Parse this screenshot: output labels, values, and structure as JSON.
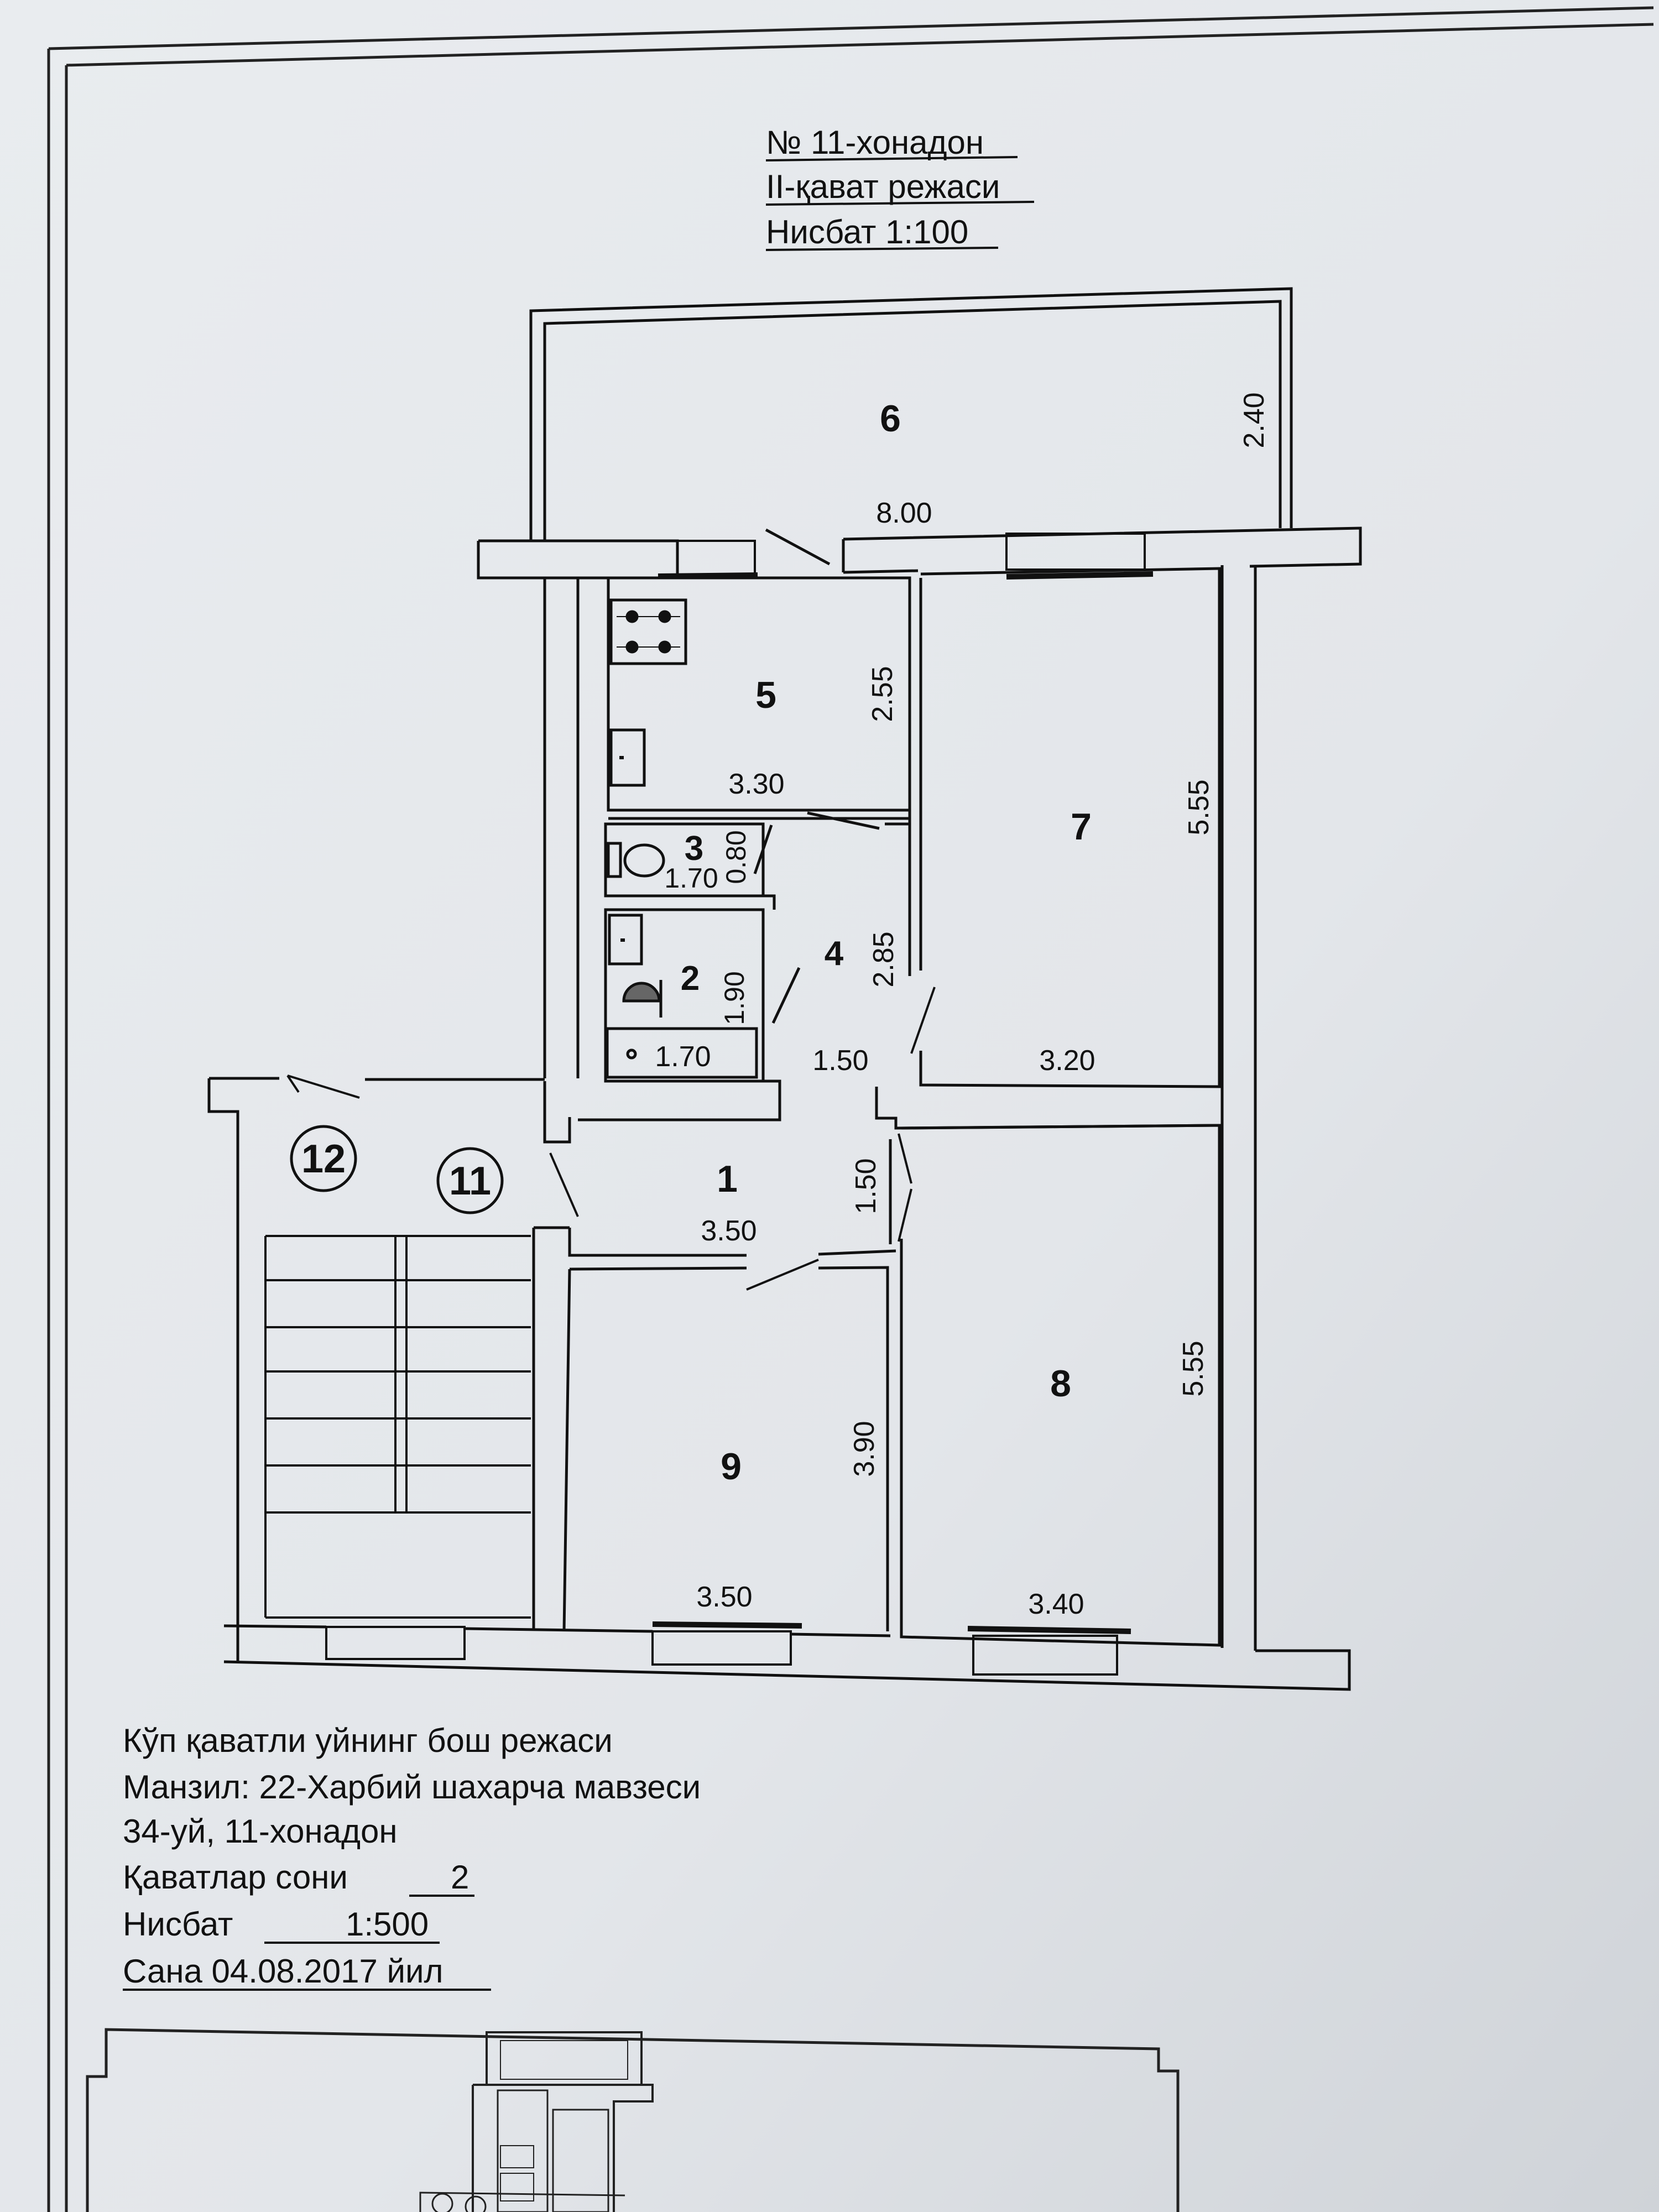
{
  "header": {
    "line1": "№ 11-хонадон",
    "line2": "II-қават режаси",
    "line3": "Нисбат 1:100"
  },
  "rooms": {
    "r1": "1",
    "r2": "2",
    "r3": "3",
    "r4": "4",
    "r5": "5",
    "r6": "6",
    "r7": "7",
    "r8": "8",
    "r9": "9",
    "r11": "11",
    "r12": "12"
  },
  "dimensions": {
    "r6_w": "8.00",
    "r6_h": "2.40",
    "r5_w": "3.30",
    "r5_h": "2.55",
    "r3_w": "1.70",
    "r3_h": "0.80",
    "r2_w": "1.70",
    "r2_h": "1.90",
    "r4_w": "1.50",
    "r4_h": "2.85",
    "r7_w": "3.20",
    "r7_h": "5.55",
    "r1_w": "3.50",
    "r1_h": "1.50",
    "r9_w": "3.50",
    "r9_h": "3.90",
    "r8_w": "3.40",
    "r8_h": "5.55"
  },
  "info": {
    "line1": "Кўп қаватли уйнинг бош режаси",
    "line2": "Манзил: 22-Харбий шахарча мавзеси",
    "line3": "34-уй, 11-хонадон",
    "floors_label": "Қаватлар сони",
    "floors_value": "2",
    "scale_label": "Нисбат",
    "scale_value": "1:500",
    "date": "Сана 04.08.2017 йил"
  },
  "colors": {
    "paper": "#e7eaee",
    "ink": "#111111"
  }
}
